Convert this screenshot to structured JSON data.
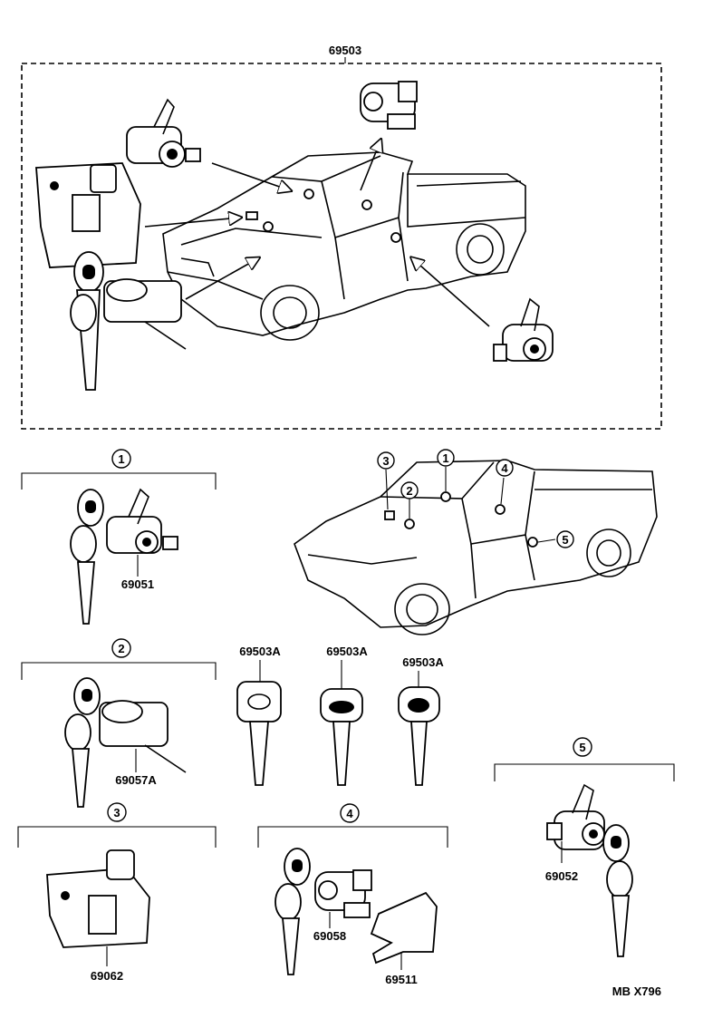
{
  "assembly_label": "69503",
  "watermark": "MB X796",
  "callouts": [
    "1",
    "2",
    "3",
    "4",
    "5"
  ],
  "parts": {
    "p1": "69051",
    "p2": "69057A",
    "p3": "69062",
    "p4a": "69058",
    "p4b": "69511",
    "p5": "69052",
    "key1": "69503A",
    "key2": "69503A",
    "key3": "69503A"
  }
}
